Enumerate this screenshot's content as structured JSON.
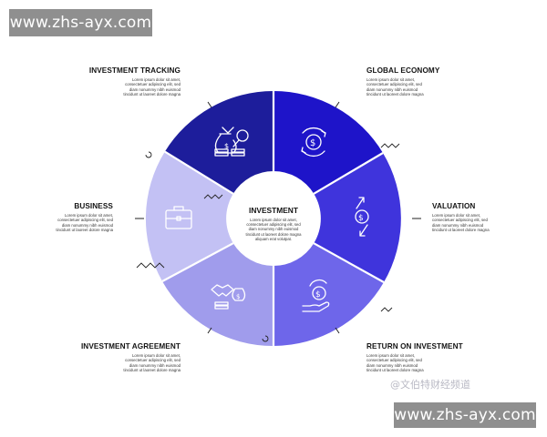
{
  "watermark": {
    "top": "www.zhs-ayx.com",
    "bottom": "www.zhs-ayx.com"
  },
  "credit": "@文伯特财经频道",
  "colors": {
    "tracking": "#1d1d9b",
    "global": "#1e14c9",
    "valuation": "#3f34dc",
    "return": "#6e66ea",
    "agreement": "#a09cec",
    "business": "#c3c1f4"
  },
  "center": {
    "title": "INVESTMENT",
    "lines": [
      "Lorem ipsum dolor sit amet,",
      "consectetuer adipiscing elit, sed",
      "diam nonummy nibh euismod",
      "tincidunt ut laoreet dolore magna",
      "aliquam erat volutpat."
    ]
  },
  "segments": [
    {
      "title": "INVESTMENT TRACKING",
      "icon": "money-bag-magnifier-icon",
      "lines": [
        "Lorem ipsum dolor sit amet,",
        "consectetuer adipiscing elit, sed",
        "diam nonummy nibh euismod",
        "tincidunt ut laoreet dolore magna"
      ]
    },
    {
      "title": "GLOBAL ECONOMY",
      "icon": "dollar-coin-cycle-icon",
      "lines": [
        "Lorem ipsum dolor sit amet,",
        "consectetuer adipiscing elit, sed",
        "diam nonummy nibh euismod",
        "tincidunt ut laoreet dolore magna"
      ]
    },
    {
      "title": "VALUATION",
      "icon": "dollar-arrows-icon",
      "lines": [
        "Lorem ipsum dolor sit amet,",
        "consectetuer adipiscing elit, sed",
        "diam nonummy nibh euismod",
        "tincidunt ut laoreet dolore magna"
      ]
    },
    {
      "title": "RETURN ON INVESTMENT",
      "icon": "hand-coin-return-icon",
      "lines": [
        "Lorem ipsum dolor sit amet,",
        "consectetuer adipiscing elit, sed",
        "diam nonummy nibh euismod",
        "tincidunt ut laoreet dolore magna"
      ]
    },
    {
      "title": "INVESTMENT AGREEMENT",
      "icon": "handshake-money-icon",
      "lines": [
        "Lorem ipsum dolor sit amet,",
        "consectetuer adipiscing elit, sed",
        "diam nonummy nibh euismod",
        "tincidunt ut laoreet dolore magna"
      ]
    },
    {
      "title": "BUSINESS",
      "icon": "briefcase-icon",
      "lines": [
        "Lorem ipsum dolor sit amet,",
        "consectetuer adipiscing elit, sed",
        "diam nonummy nibh euismod",
        "tincidunt ut laoreet dolore magna"
      ]
    }
  ]
}
